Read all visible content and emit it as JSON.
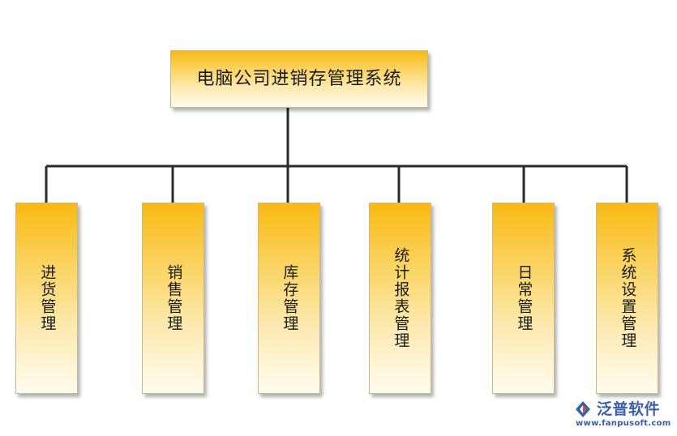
{
  "diagram": {
    "root": {
      "label": "电脑公司进销存管理系统"
    },
    "children": [
      {
        "label": "进货管理"
      },
      {
        "label": "销售管理"
      },
      {
        "label": "库存管理"
      },
      {
        "label": "统计报表管理"
      },
      {
        "label": "日常管理"
      },
      {
        "label": "系统设置管理"
      }
    ]
  },
  "watermark": {
    "name": "泛普软件",
    "url": "www.fanpusoft.com",
    "color": "#3a5fa8"
  },
  "colors": {
    "box_top": "#f9b912",
    "box_bottom": "#fffcf0",
    "connector": "#2a2a2a"
  }
}
